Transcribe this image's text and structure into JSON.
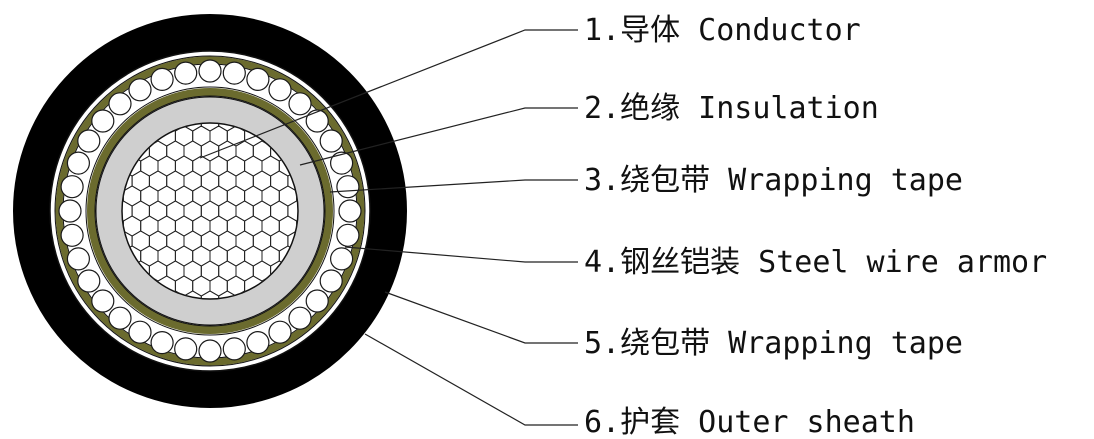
{
  "labels": [
    {
      "num": "1.",
      "zh": "导体",
      "en": "Conductor"
    },
    {
      "num": "2.",
      "zh": "绝缘",
      "en": "Insulation"
    },
    {
      "num": "3.",
      "zh": "绕包带",
      "en": "Wrapping tape"
    },
    {
      "num": "4.",
      "zh": "钢丝铠装",
      "en": "Steel wire armor"
    },
    {
      "num": "5.",
      "zh": "绕包带",
      "en": "Wrapping tape"
    },
    {
      "num": "6.",
      "zh": "护套",
      "en": "Outer sheath"
    }
  ],
  "colors": {
    "sheath": "#000000",
    "tape": "#6b6b2e",
    "insulation": "#cfcfcf",
    "wire_fill": "#ffffff",
    "outline": "#1a1a1a"
  }
}
